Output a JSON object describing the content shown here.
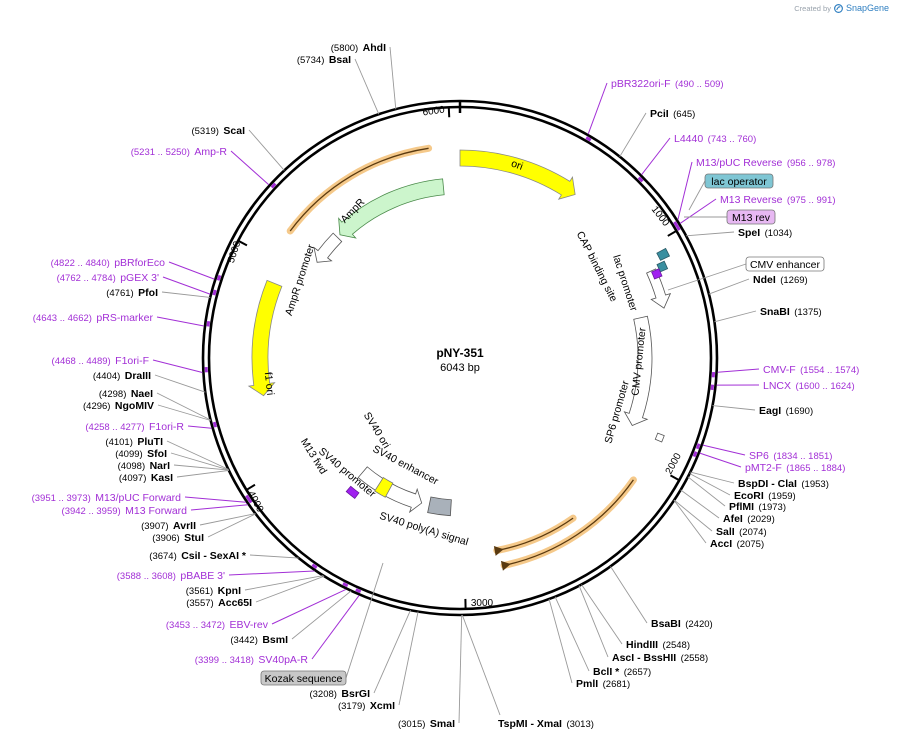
{
  "plasmid": {
    "name": "pNY-351",
    "length_label": "6043 bp"
  },
  "credit": {
    "prefix": "Created by",
    "brand": "SnapGene"
  },
  "ticks": [
    {
      "label": "1000",
      "bp": 1000
    },
    {
      "label": "2000",
      "bp": 2000
    },
    {
      "label": "3000",
      "bp": 3000
    },
    {
      "label": "4000",
      "bp": 4000
    },
    {
      "label": "5000",
      "bp": 5000
    },
    {
      "label": "6000",
      "bp": 6000
    }
  ],
  "enzymes": [
    {
      "name": "AhdI",
      "pos": "(5800)",
      "bp": 5800
    },
    {
      "name": "BsaI",
      "pos": "(5734)",
      "bp": 5734
    },
    {
      "name": "ScaI",
      "pos": "(5319)",
      "bp": 5319
    },
    {
      "name": "PfoI",
      "pos": "(4761)",
      "bp": 4761
    },
    {
      "name": "DraIII",
      "pos": "(4404)",
      "bp": 4404
    },
    {
      "name": "NaeI",
      "pos": "(4298)",
      "bp": 4298
    },
    {
      "name": "NgoMIV",
      "pos": "(4296)",
      "bp": 4296
    },
    {
      "name": "PluTI",
      "pos": "(4101)",
      "bp": 4101
    },
    {
      "name": "SfoI",
      "pos": "(4099)",
      "bp": 4099
    },
    {
      "name": "NarI",
      "pos": "(4098)",
      "bp": 4098
    },
    {
      "name": "KasI",
      "pos": "(4097)",
      "bp": 4097
    },
    {
      "name": "AvrII",
      "pos": "(3907)",
      "bp": 3907
    },
    {
      "name": "StuI",
      "pos": "(3906)",
      "bp": 3906
    },
    {
      "name": "CsiI  - SexAI *",
      "pos": "(3674)",
      "bp": 3674
    },
    {
      "name": "KpnI",
      "pos": "(3561)",
      "bp": 3561
    },
    {
      "name": "Acc65I",
      "pos": "(3557)",
      "bp": 3557
    },
    {
      "name": "BsmI",
      "pos": "(3442)",
      "bp": 3442
    },
    {
      "name": "BsrGI",
      "pos": "(3208)",
      "bp": 3208
    },
    {
      "name": "XcmI",
      "pos": "(3179)",
      "bp": 3179
    },
    {
      "name": "SmaI",
      "pos": "(3015)",
      "bp": 3015
    },
    {
      "name": "TspMI  - XmaI",
      "pos": "(3013)",
      "bp": 3013
    },
    {
      "name": "PciI",
      "pos": "(645)",
      "bp": 645
    },
    {
      "name": "SpeI",
      "pos": "(1034)",
      "bp": 1034
    },
    {
      "name": "NdeI",
      "pos": "(1269)",
      "bp": 1269
    },
    {
      "name": "SnaBI",
      "pos": "(1375)",
      "bp": 1375
    },
    {
      "name": "EagI",
      "pos": "(1690)",
      "bp": 1690
    },
    {
      "name": "BspDI  - ClaI",
      "pos": "(1953)",
      "bp": 1953
    },
    {
      "name": "EcoRI",
      "pos": "(1959)",
      "bp": 1959
    },
    {
      "name": "PflMI",
      "pos": "(1973)",
      "bp": 1973
    },
    {
      "name": "AfeI",
      "pos": "(2029)",
      "bp": 2029
    },
    {
      "name": "SalI",
      "pos": "(2074)",
      "bp": 2074
    },
    {
      "name": "AccI",
      "pos": "(2075)",
      "bp": 2075
    },
    {
      "name": "BsaBI",
      "pos": "(2420)",
      "bp": 2420
    },
    {
      "name": "HindIII",
      "pos": "(2548)",
      "bp": 2548
    },
    {
      "name": "AscI  - BssHII",
      "pos": "(2558)",
      "bp": 2558
    },
    {
      "name": "BclI *",
      "pos": "(2657)",
      "bp": 2657
    },
    {
      "name": "PmlI",
      "pos": "(2681)",
      "bp": 2681
    }
  ],
  "primers": [
    {
      "name": "pBR322ori-F",
      "range": "(490 .. 509)",
      "bp": 500
    },
    {
      "name": "L4440",
      "range": "(743 .. 760)",
      "bp": 751
    },
    {
      "name": "M13/pUC Reverse",
      "range": "(956 .. 978)",
      "bp": 967
    },
    {
      "name": "M13 Reverse",
      "range": "(975 .. 991)",
      "bp": 983
    },
    {
      "name": "CMV-F",
      "range": "(1554 .. 1574)",
      "bp": 1564
    },
    {
      "name": "LNCX",
      "range": "(1600 .. 1624)",
      "bp": 1612
    },
    {
      "name": "SP6",
      "range": "(1834 .. 1851)",
      "bp": 1842
    },
    {
      "name": "pMT2-F",
      "range": "(1865 .. 1884)",
      "bp": 1874
    },
    {
      "name": "Amp-R",
      "range": "(5231 .. 5250)",
      "bp": 5240
    },
    {
      "name": "pBRforEco",
      "range": "(4822 .. 4840)",
      "bp": 4831
    },
    {
      "name": "pGEX 3'",
      "range": "(4762 .. 4784)",
      "bp": 4773
    },
    {
      "name": "pRS-marker",
      "range": "(4643 .. 4662)",
      "bp": 4652
    },
    {
      "name": "F1ori-F",
      "range": "(4468 .. 4489)",
      "bp": 4478
    },
    {
      "name": "F1ori-R",
      "range": "(4258 .. 4277)",
      "bp": 4267
    },
    {
      "name": "M13/pUC Forward",
      "range": "(3951 .. 3973)",
      "bp": 3962
    },
    {
      "name": "M13 Forward",
      "range": "(3942 .. 3959)",
      "bp": 3950
    },
    {
      "name": "pBABE 3'",
      "range": "(3588 .. 3608)",
      "bp": 3598
    },
    {
      "name": "EBV-rev",
      "range": "(3453 .. 3472)",
      "bp": 3462
    },
    {
      "name": "SV40pA-R",
      "range": "(3399 .. 3418)",
      "bp": 3408
    }
  ],
  "boxed_labels": [
    {
      "name": "lac operator",
      "color": "#7fc6d4"
    },
    {
      "name": "M13 rev",
      "color": "#e7b8f2"
    },
    {
      "name": "CMV enhancer",
      "color": "#ffffff"
    },
    {
      "name": "Kozak sequence",
      "color": "#c8c8c8"
    }
  ],
  "features": [
    {
      "name": "ori",
      "color": "#ffff00"
    },
    {
      "name": "AmpR",
      "color": "#ccf5cc"
    },
    {
      "name": "AmpR promoter",
      "color": "#ffffff"
    },
    {
      "name": "f1 ori",
      "color": "#ffff00"
    },
    {
      "name": "CAP binding site",
      "color": "#3a8fa0"
    },
    {
      "name": "lac promoter",
      "color": "#ffffff"
    },
    {
      "name": "CMV promoter",
      "color": "#ffffff"
    },
    {
      "name": "SP6 promoter",
      "color": "#ffffff"
    },
    {
      "name": "SV40 ori",
      "color": "#ffff00"
    },
    {
      "name": "SV40 enhancer",
      "color": "#ffffff"
    },
    {
      "name": "SV40 promoter",
      "color": "#ffffff"
    },
    {
      "name": "M13 fwd",
      "color": "#a020f0"
    },
    {
      "name": "SV40 poly(A) signal",
      "color": "#a9b1ba"
    }
  ],
  "colors": {
    "primer": "#a22fd6",
    "highlight_arc": "#f5c98a",
    "ring": "#000000"
  }
}
